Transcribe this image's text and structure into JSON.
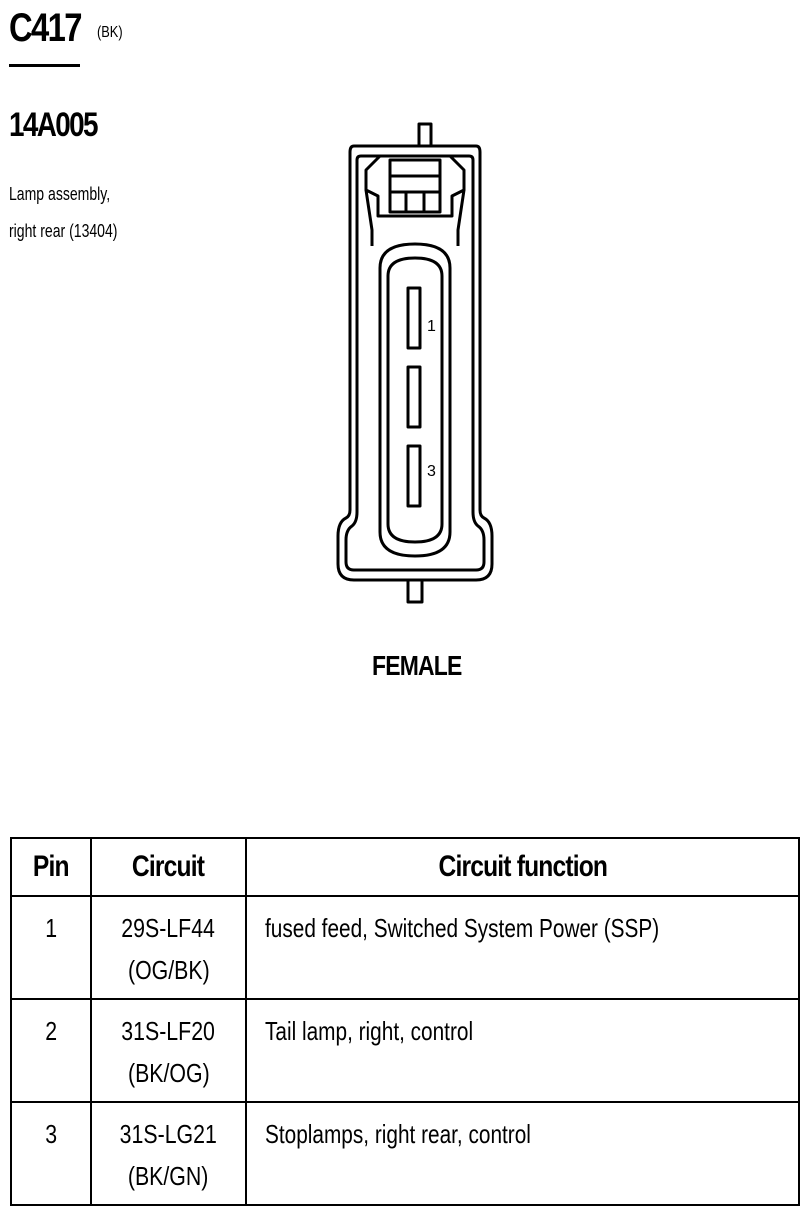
{
  "header": {
    "connector_id": "C417",
    "connector_color": "(BK)",
    "part_number": "14A005",
    "description_lines": [
      "Lamp assembly,",
      "right rear (13404)"
    ]
  },
  "diagram": {
    "pin_labels": [
      "1",
      "3"
    ],
    "gender": "FEMALE"
  },
  "table": {
    "headers": [
      "Pin",
      "Circuit",
      "Circuit function"
    ],
    "rows": [
      {
        "pin": "1",
        "circuit": "29S-LF44",
        "color": "(OG/BK)",
        "function": "fused feed, Switched System Power (SSP)"
      },
      {
        "pin": "2",
        "circuit": "31S-LF20",
        "color": "(BK/OG)",
        "function": "Tail lamp, right, control"
      },
      {
        "pin": "3",
        "circuit": "31S-LG21",
        "color": "(BK/GN)",
        "function": "Stoplamps, right rear, control"
      }
    ]
  }
}
